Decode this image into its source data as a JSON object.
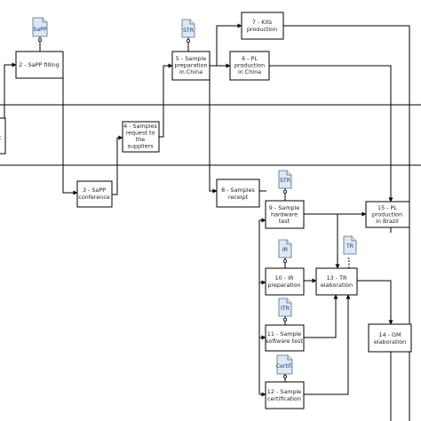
{
  "processes": [
    {
      "id": "p1",
      "label": [
        "t"
      ]
    },
    {
      "id": "p2",
      "label": [
        "2 - SaPP filling"
      ]
    },
    {
      "id": "p3",
      "label": [
        "3 - SaPP",
        "conference"
      ]
    },
    {
      "id": "p4",
      "label": [
        "4 - Samples",
        "request to",
        "the",
        "suppliers"
      ]
    },
    {
      "id": "p5",
      "label": [
        "5 - Sample",
        "preparation",
        "in China"
      ]
    },
    {
      "id": "p6",
      "label": [
        "6 - PL",
        "production",
        "in China"
      ]
    },
    {
      "id": "p7",
      "label": [
        "7 - Kits",
        "production",
        "in China"
      ]
    },
    {
      "id": "p8",
      "label": [
        "8 - Samples",
        "receipt"
      ]
    },
    {
      "id": "p9",
      "label": [
        "9 - Sample",
        "hardware",
        "test"
      ]
    },
    {
      "id": "p10",
      "label": [
        "10 - IR",
        "preparation"
      ]
    },
    {
      "id": "p11",
      "label": [
        "11 - Sample",
        "software test"
      ]
    },
    {
      "id": "p12",
      "label": [
        "12 - Sample",
        "certification"
      ]
    },
    {
      "id": "p13",
      "label": [
        "13 - TR",
        "elaboration"
      ]
    },
    {
      "id": "p14",
      "label": [
        "14 - GM",
        "elaboration"
      ]
    },
    {
      "id": "p15",
      "label": [
        "15 - PL",
        "production",
        "in Brazil"
      ]
    }
  ],
  "documents": [
    {
      "id": "d_sapp",
      "label": "SaPP"
    },
    {
      "id": "d_str1",
      "label": "STR"
    },
    {
      "id": "d_str2",
      "label": "STR"
    },
    {
      "id": "d_ir",
      "label": "IR"
    },
    {
      "id": "d_itr",
      "label": "ITR"
    },
    {
      "id": "d_certif",
      "label": "Certif."
    },
    {
      "id": "d_tr",
      "label": "TR"
    }
  ],
  "colors": {
    "line": "#000000",
    "document_fill": "#dce9f5",
    "document_stroke": "#5a6c80"
  }
}
